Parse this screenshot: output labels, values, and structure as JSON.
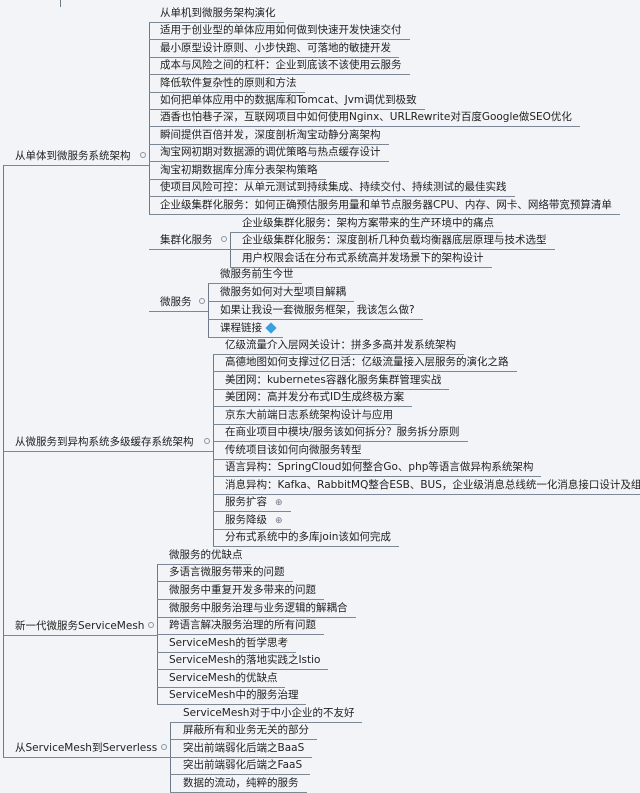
{
  "mindmap": {
    "groups": [
      {
        "label": "从单体到微服务系统架构",
        "items": [
          "从单机到微服务架构演化",
          "适用于创业型的单体应用如何做到快速开发快速交付",
          "最小原型设计原则、小步快跑、可落地的敏捷开发",
          "成本与风险之间的杠杆：企业到底该不该使用云服务",
          "降低软件复杂性的原则和方法",
          "如何把单体应用中的数据库和Tomcat、Jvm调优到极致",
          "酒香也怕巷子深，互联网项目中如何使用Nginx、URLRewrite对百度Google做SEO优化",
          "瞬间提供百倍并发，深度剖析淘宝动静分离架构",
          "淘宝网初期对数据源的调优策略与热点缓存设计",
          "淘宝初期数据库分库分表架构策略",
          "使项目风险可控：从单元测试到持续集成、持续交付、持续测试的最佳实践",
          "企业级集群化服务：如何正确预估服务用量和单节点服务器CPU、内存、网卡、网络带宽预算清单"
        ],
        "subgroups": [
          {
            "label": "集群化服务",
            "items": [
              "企业级集群化服务：架构方案带来的生产环境中的痛点",
              "企业级集群化服务：深度剖析几种负载均衡器底层原理与技术选型",
              "用户权限会话在分布式系统高并发场景下的架构设计"
            ]
          },
          {
            "label": "微服务",
            "items": [
              "微服务前生今世",
              "微服务如何对大型项目解耦",
              "如果让我设一套微服务框架，我该怎么做?",
              "课程链接"
            ],
            "link_icon": "link-icon"
          }
        ]
      },
      {
        "label": "从微服务到异构系统多级缓存系统架构",
        "items": [
          "亿级流量介入层网关设计：拼多多高并发系统架构",
          "高德地图如何支撑过亿日活：亿级流量接入层服务的演化之路",
          "美团网：kubernetes容器化服务集群管理实战",
          "美团网：高并发分布式ID生成终极方案",
          "京东大前端日志系统架构设计与应用",
          "在商业项目中模块/服务该如何拆分？服务拆分原则",
          "传统项目该如何向微服务转型",
          "语言异构：SpringCloud如何整合Go、php等语言做异构系统架构",
          "消息异构：Kafka、RabbitMQ整合ESB、BUS，企业级消息总线统一化消息接口设计及组件",
          "服务扩容",
          "服务降级",
          "分布式系统中的多库join该如何完成"
        ],
        "collapsed_items": [
          "服务扩容",
          "服务降级"
        ]
      },
      {
        "label": "新一代微服务ServiceMesh",
        "items": [
          "微服务的优缺点",
          "多语言微服务带来的问题",
          "微服务中重复开发多带来的问题",
          "微服务中服务治理与业务逻辑的解耦合",
          "跨语言解决服务治理的所有问题",
          "ServiceMesh的哲学思考",
          "ServiceMesh的落地实践之Istio",
          "ServiceMesh的优缺点",
          "ServiceMesh中的服务治理"
        ]
      },
      {
        "label": "从ServiceMesh到Serverless",
        "items": [
          "ServiceMesh对于中小企业的不友好",
          "屏蔽所有和业务无关的部分",
          "突出前端弱化后端之BaaS",
          "突出前端弱化后端之FaaS",
          "数据的流动，纯粹的服务"
        ]
      }
    ],
    "colors": {
      "background": "#f3f4f8",
      "lines": "#6f7a88",
      "text": "#1e1e1e",
      "link_icon": "#3aa0e0"
    }
  }
}
